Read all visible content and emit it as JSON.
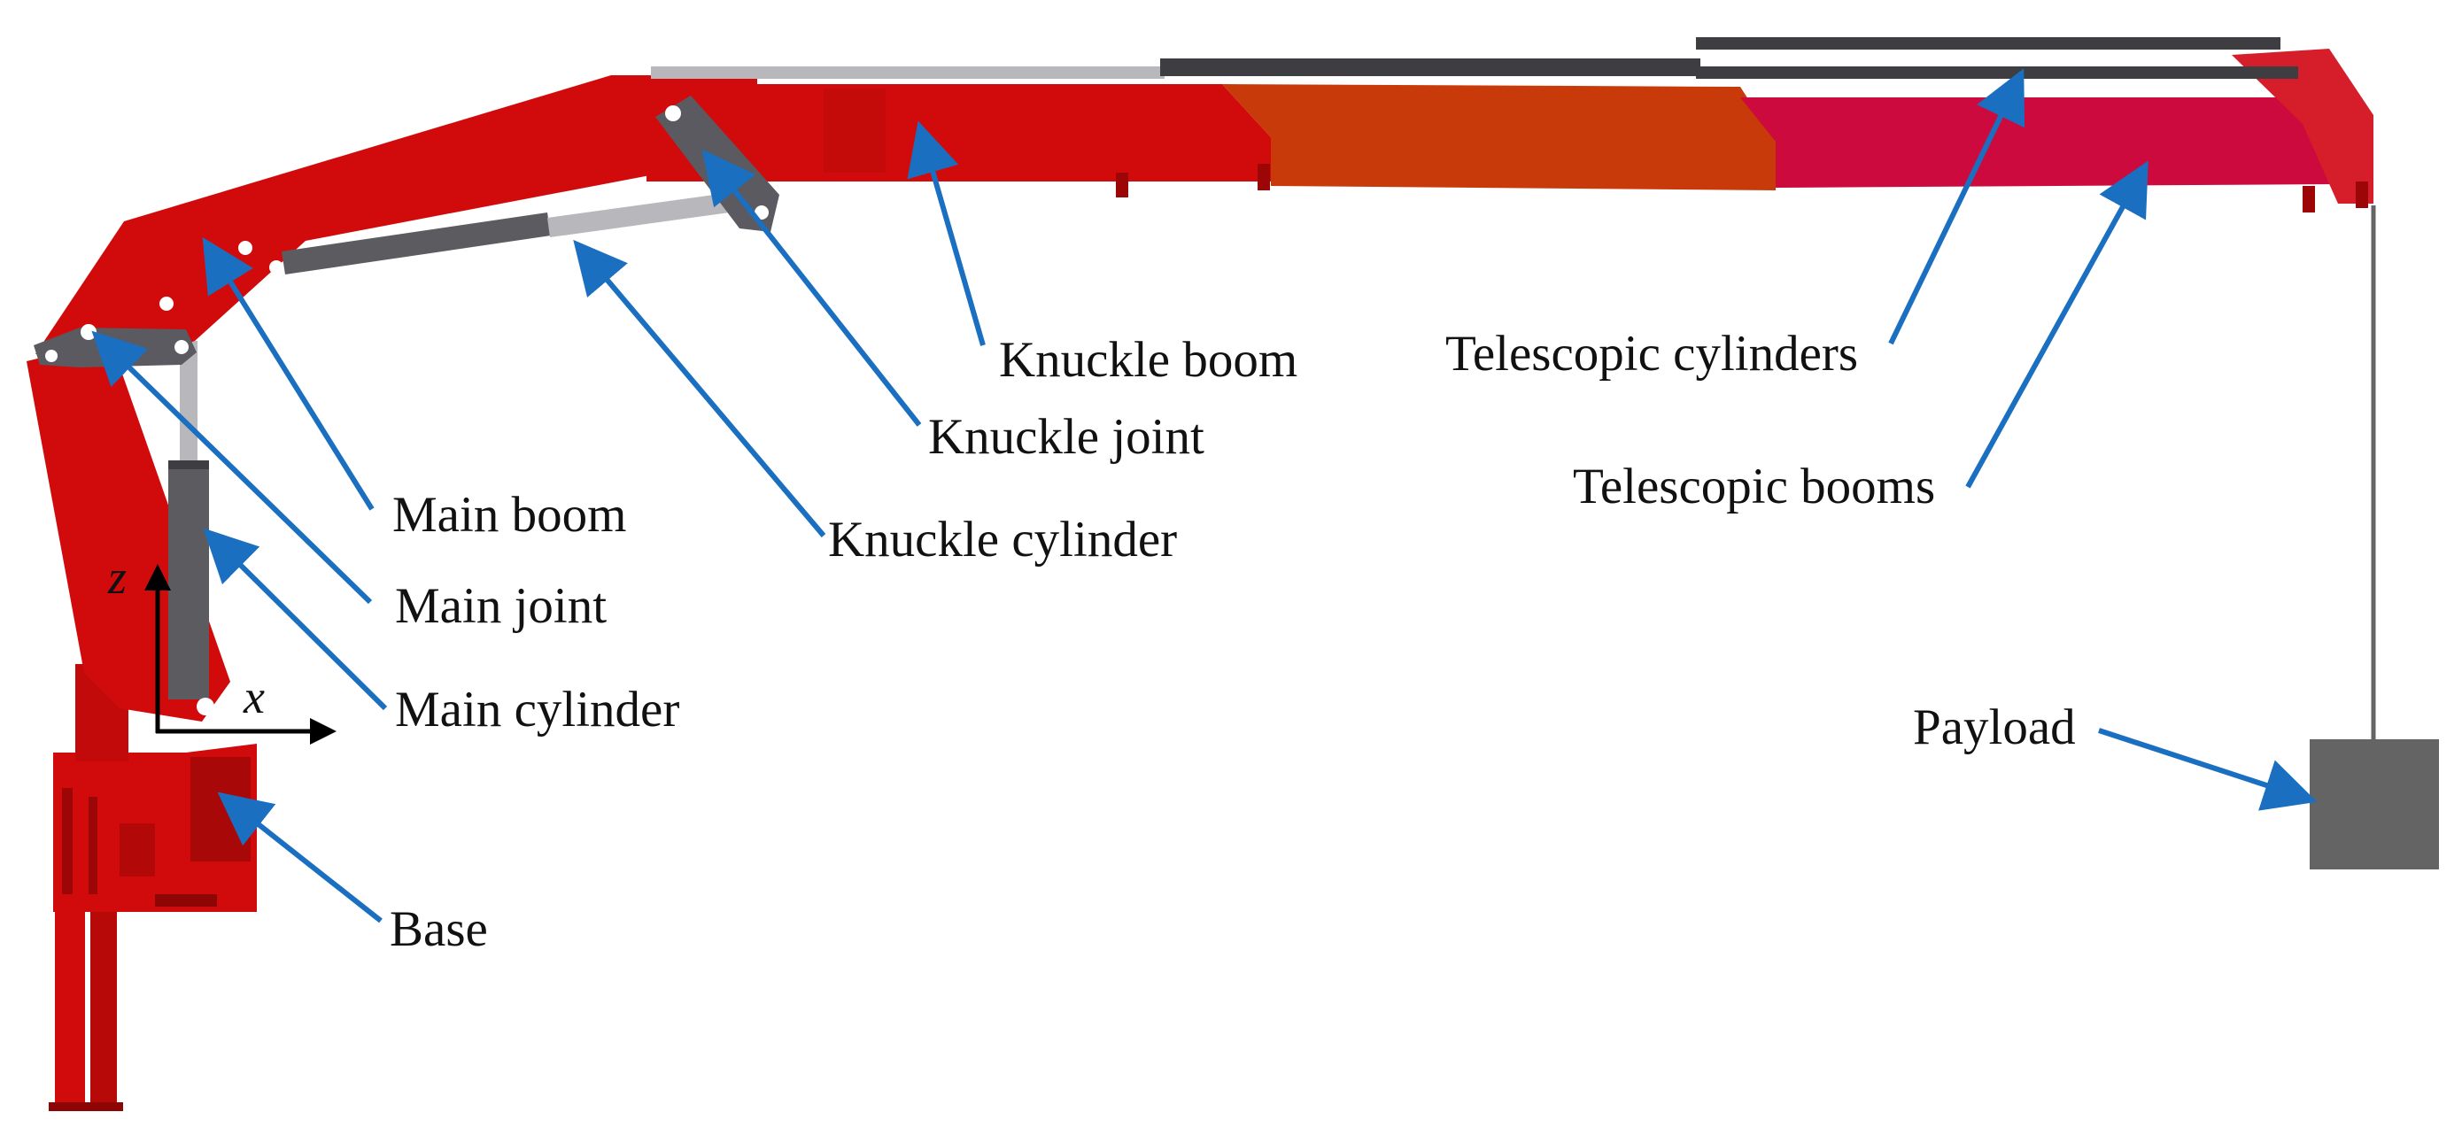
{
  "colors": {
    "crane_red": "#d10b0b",
    "crane_red_dark": "#9c0606",
    "boom_orange": "#c93a0a",
    "boom_pink": "#cc0a3d",
    "cylinder_gray": "#5c5c60",
    "rod_silver": "#b8b8bc",
    "joint_gray": "#5a5a60",
    "payload_gray": "#646464",
    "leader_blue": "#1a6fc0",
    "axis_black": "#000000"
  },
  "axes": {
    "x_label": "x",
    "z_label": "z"
  },
  "labels": {
    "base": "Base",
    "main_cylinder": "Main cylinder",
    "main_joint": "Main joint",
    "main_boom": "Main boom",
    "knuckle_cylinder": "Knuckle cylinder",
    "knuckle_joint": "Knuckle joint",
    "knuckle_boom": "Knuckle boom",
    "telescopic_cylinders": "Telescopic cylinders",
    "telescopic_booms": "Telescopic booms",
    "payload": "Payload"
  }
}
